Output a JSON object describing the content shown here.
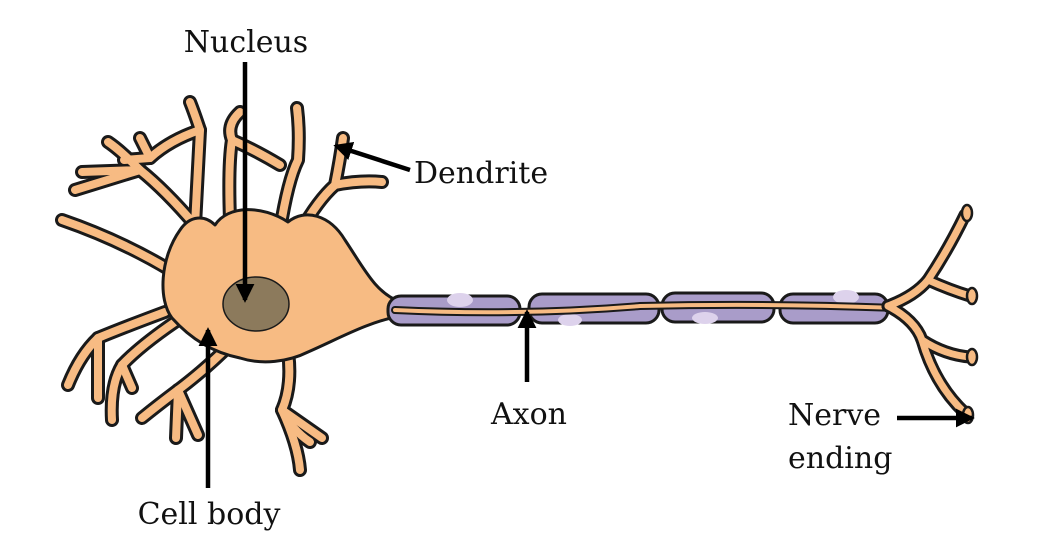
{
  "labels": {
    "nucleus": "Nucleus",
    "dendrite": "Dendrite",
    "cell_body": "Cell body",
    "axon": "Axon",
    "nerve_ending_line1": "Nerve",
    "nerve_ending_line2": "ending"
  },
  "colors": {
    "cell": "#f7bb83",
    "nucleus": "#8c7a5c",
    "myelin": "#a99cc9",
    "node_spot": "#ddd2ec",
    "outline": "#1a1a1a",
    "arrow": "#000000"
  }
}
